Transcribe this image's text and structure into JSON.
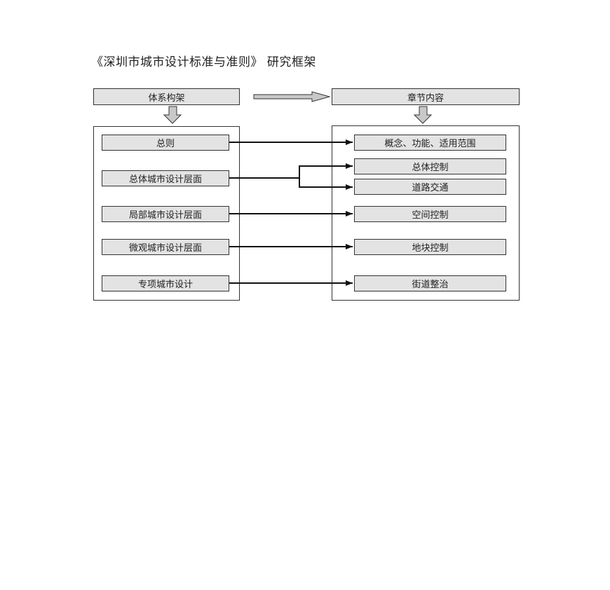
{
  "title": "《深圳市城市设计标准与准则》 研究框架",
  "left_header": "体系构架",
  "right_header": "章节内容",
  "left_items": [
    "总则",
    "总体城市设计层面",
    "局部城市设计层面",
    "微观城市设计层面",
    "专项城市设计"
  ],
  "right_items": [
    "概念、功能、适用范围",
    "总体控制",
    "道路交通",
    "空间控制",
    "地块控制",
    "街道整治"
  ]
}
